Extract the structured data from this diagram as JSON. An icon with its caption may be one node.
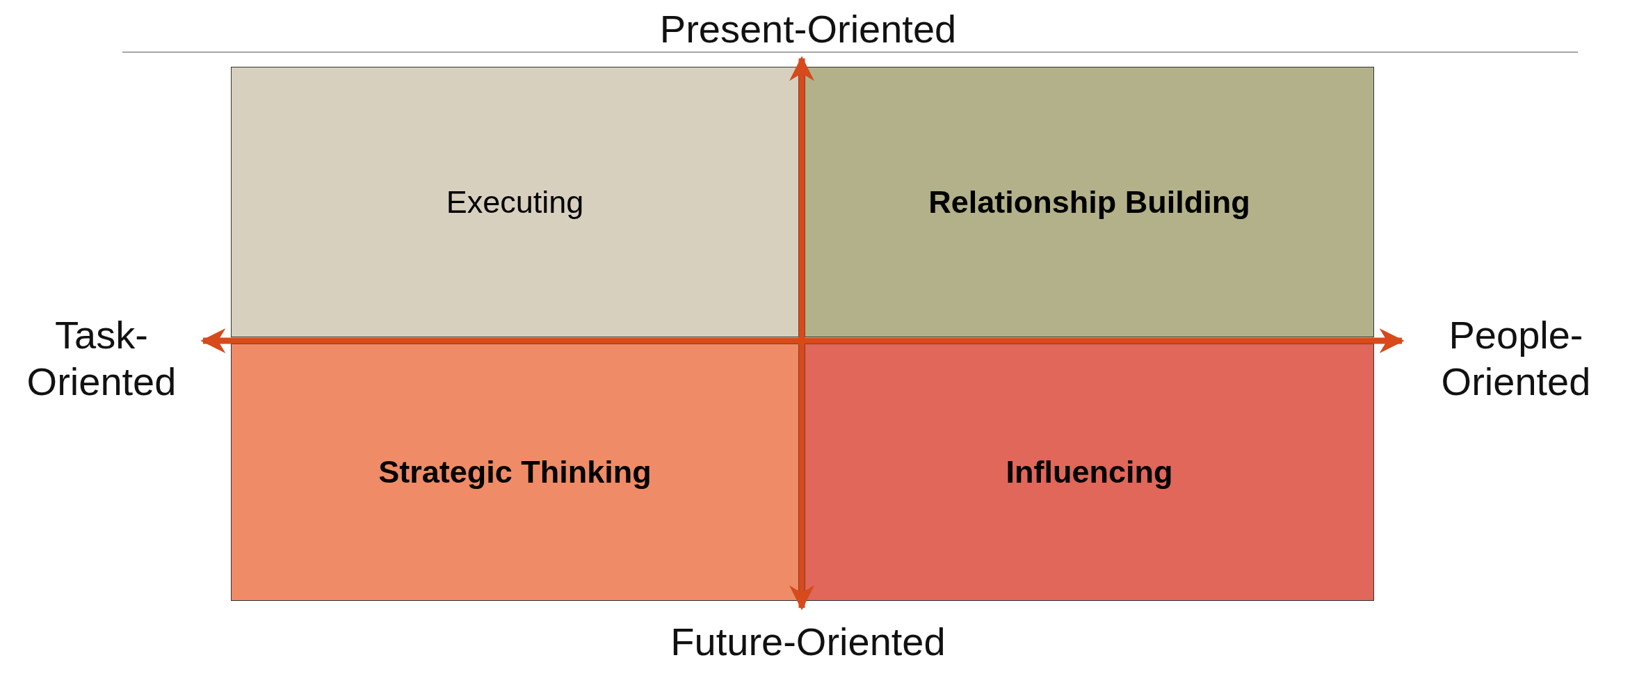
{
  "diagram": {
    "nodes": [
      {
        "text": [
          "Present-Oriented"
        ]
      },
      {
        "text": [
          "Executing"
        ]
      },
      {
        "text": [
          "Relationship Building"
        ]
      },
      {
        "text": [
          "Task-Oriented"
        ]
      },
      {
        "text": [
          "People-Oriented"
        ]
      },
      {
        "text": [
          "Strategic Thinking"
        ]
      },
      {
        "text": [
          "Influencing"
        ]
      },
      {
        "text": [
          "Future-Oriented"
        ]
      }
    ],
    "edges": [
      {
        "from": 3,
        "to": 4,
        "arrow": "both"
      },
      {
        "from": 0,
        "to": 7,
        "arrow": "both"
      }
    ]
  }
}
